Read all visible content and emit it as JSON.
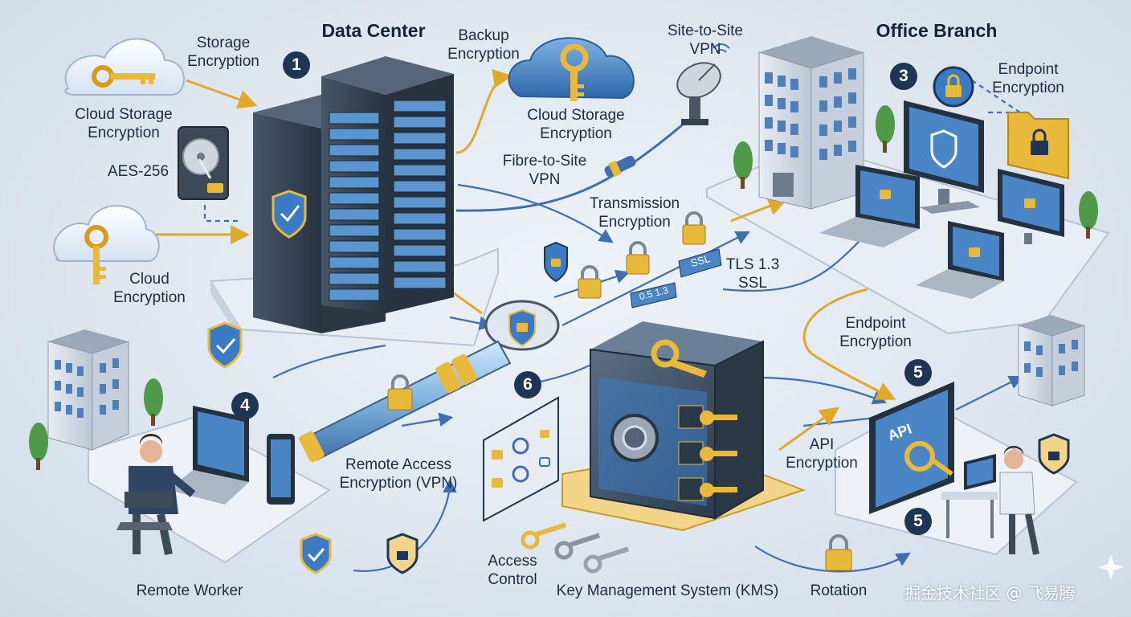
{
  "titles": {
    "data_center": "Data Center",
    "office_branch": "Office Branch"
  },
  "numbers": [
    "1",
    "3",
    "4",
    "5",
    "5",
    "6"
  ],
  "labels": {
    "storage_encryption": "Storage\nEncryption",
    "cloud_storage_encryption_left": "Cloud Storage\nEncryption",
    "aes": "AES-256",
    "cloud_encryption": "Cloud\nEncryption",
    "backup_encryption": "Backup\nEncryption",
    "cloud_storage_encryption_top": "Cloud Storage\nEncryption",
    "site_to_site_vpn": "Site-to-Site\nVPN",
    "fibre_to_site_vpn": "Fibre-to-Site\nVPN",
    "transmission_encryption": "Transmission\nEncryption",
    "tls_ssl": "TLS 1.3\nSSL",
    "endpoint_encryption_top": "Endpoint\nEncryption",
    "endpoint_encryption_mid": "Endpoint\nEncryption",
    "api_encryption": "API\nEncryption",
    "remote_access": "Remote Access\nEncryption (VPN)",
    "access_control": "Access\nControl",
    "kms": "Key Management System (KMS)",
    "rotation": "Rotation",
    "remote_worker": "Remote Worker"
  },
  "tags": {
    "ssl": "SSL",
    "tls": "0.5 1.3",
    "api": "API"
  },
  "watermark": "掘金技术社区 @ 飞易腾",
  "colors": {
    "navy": "#1f3554",
    "gold": "#e8b93a",
    "blue_line": "#3f6fb0",
    "server": "#33414f",
    "glass_blue": "#4a86c5"
  }
}
